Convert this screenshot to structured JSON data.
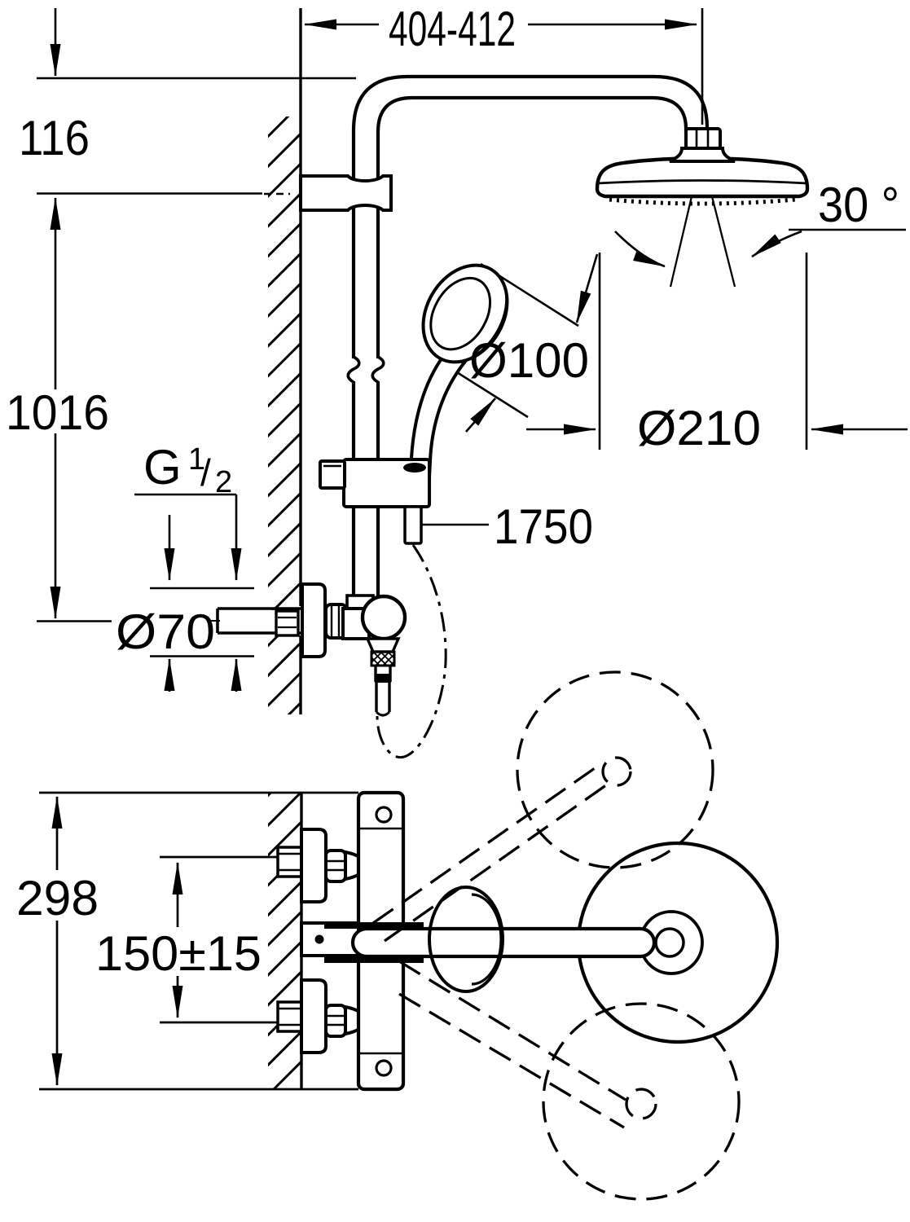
{
  "drawing": {
    "kind": "shower-system-installation-dimensional-drawing",
    "background_color": "#ffffff",
    "line_color": "#000000",
    "labels": {
      "top_width": "404-412",
      "wall_offset": "116",
      "rail_height": "1016",
      "spray_angle": "30 °",
      "hand_shower_diameter": "Ø100",
      "head_shower_diameter": "Ø210",
      "hose_length": "1750",
      "escutcheon_diameter": "Ø70",
      "thread_letter": "G",
      "thread_numerator": "1",
      "thread_slash": "/",
      "thread_denominator": "2",
      "valve_depth": "298",
      "inlet_spacing": "150±15"
    }
  }
}
